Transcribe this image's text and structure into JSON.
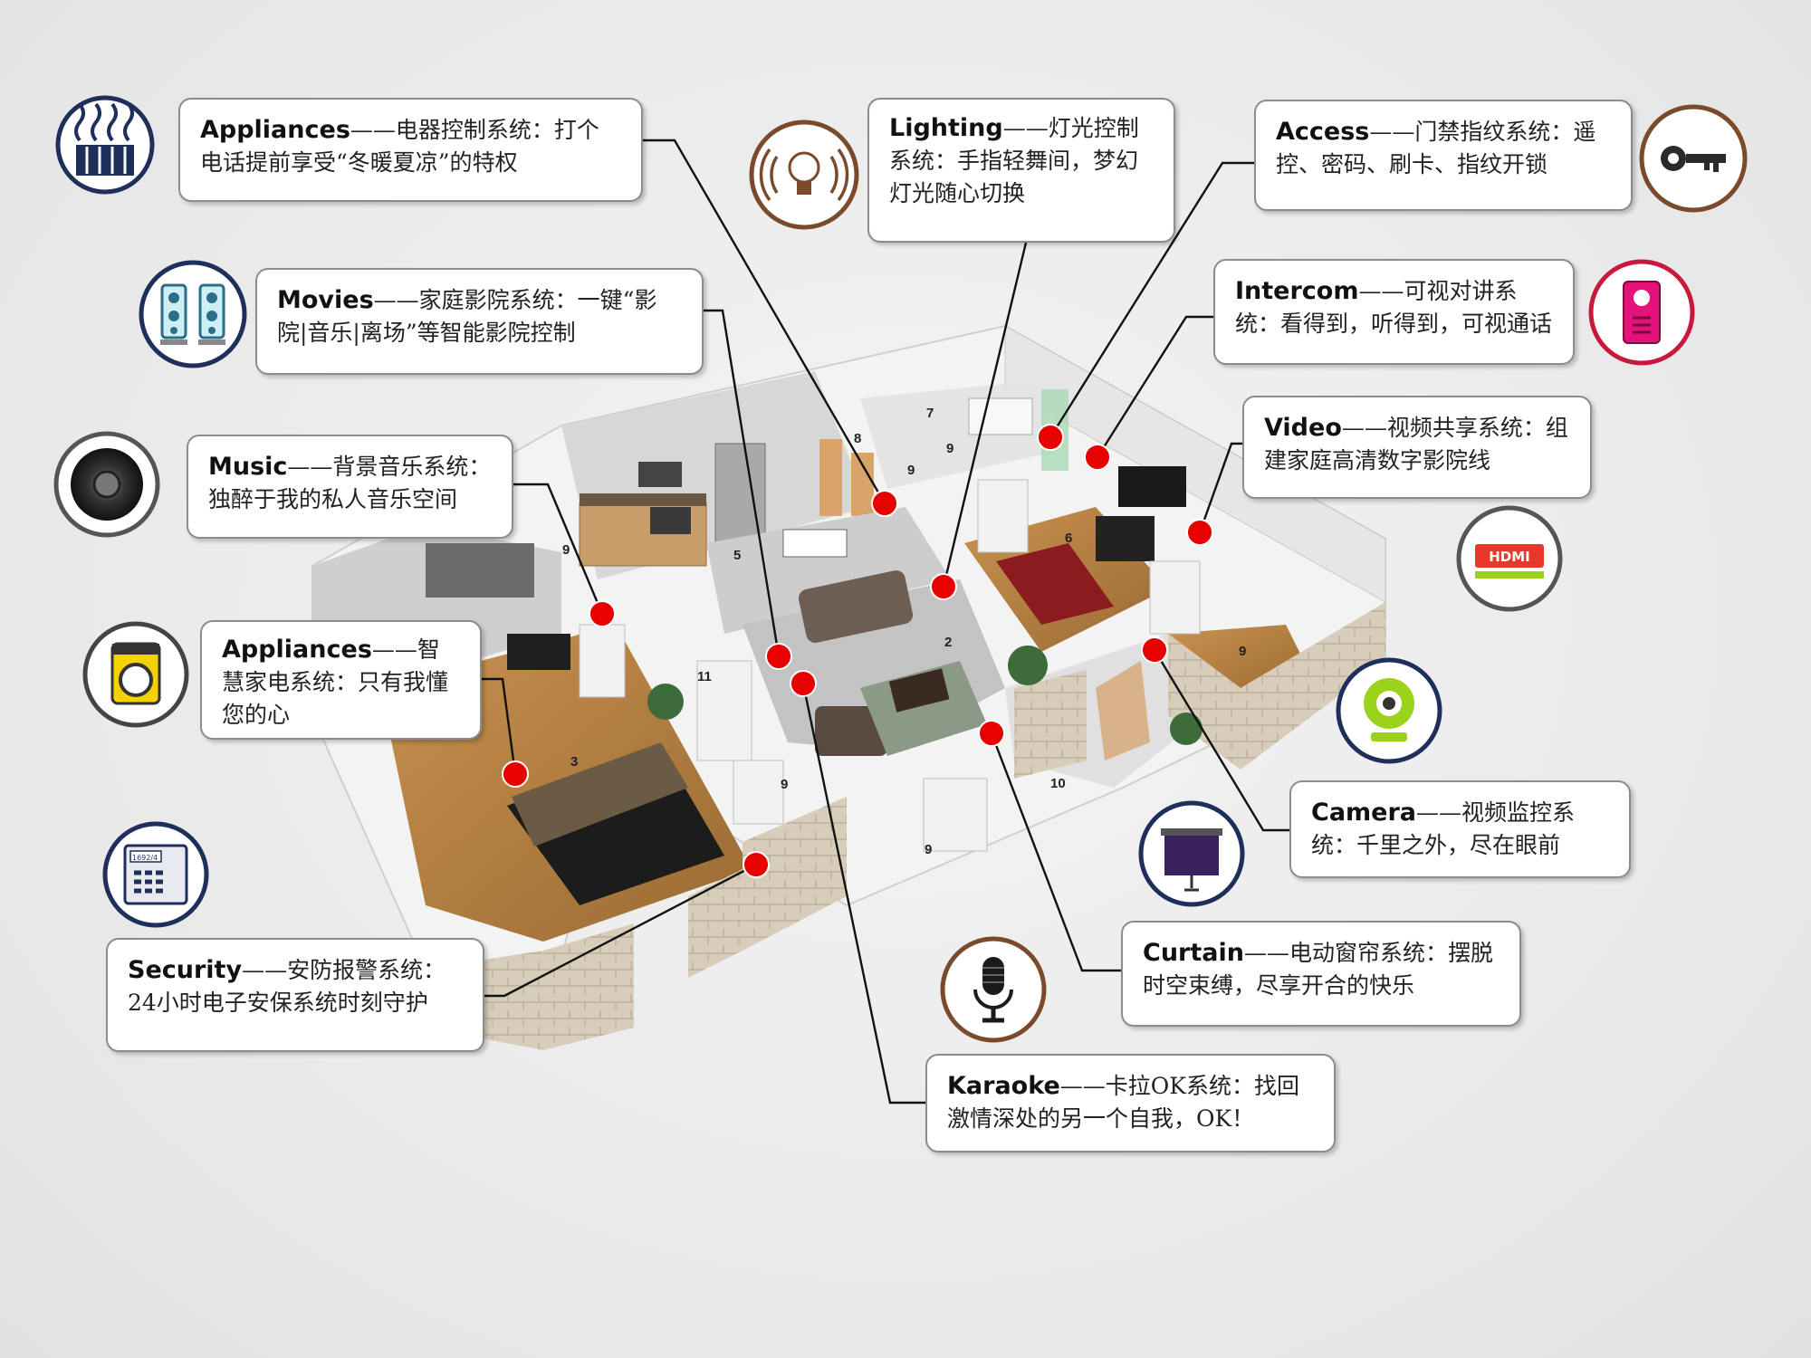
{
  "callouts": [
    {
      "id": "appliances-control",
      "title": "Appliances",
      "sep": "——",
      "name": "电器控制系统：",
      "desc": "打个电话提前享受“冬暖夏凉”的特权"
    },
    {
      "id": "movies",
      "title": "Movies",
      "sep": "——",
      "name": "家庭影院系统：",
      "desc": "一键“影院|音乐|离场”等智能影院控制"
    },
    {
      "id": "music",
      "title": "Music",
      "sep": "——",
      "name": "背景音乐系统：",
      "desc": "独醉于我的私人音乐空间"
    },
    {
      "id": "appliances-smart",
      "title": "Appliances",
      "sep": "——",
      "name": "智慧",
      "desc": "家电系统：只有我懂您的心"
    },
    {
      "id": "security",
      "title": "Security",
      "sep": "——",
      "name": "安防报警系统：",
      "desc": "24小时电子安保系统时刻守护"
    },
    {
      "id": "lighting",
      "title": "Lighting",
      "sep": "——",
      "name": "灯光控制",
      "desc": "系统：手指轻舞间，梦幻灯光随心切换"
    },
    {
      "id": "access",
      "title": "Access",
      "sep": "——",
      "name": "门禁指纹系统：",
      "desc": "遥控、密码、刷卡、指纹开锁"
    },
    {
      "id": "intercom",
      "title": "Intercom",
      "sep": "——",
      "name": "可视对讲系统：",
      "desc": "看得到，听得到，可视通话"
    },
    {
      "id": "video",
      "title": "Video",
      "sep": "——",
      "name": "视频共享系统：",
      "desc": "组建家庭高清数字影院线"
    },
    {
      "id": "camera",
      "title": "Camera",
      "sep": "——",
      "name": "视频监控系统：",
      "desc": "千里之外，尽在眼前"
    },
    {
      "id": "curtain",
      "title": "Curtain",
      "sep": "——",
      "name": "电动窗帘系统：",
      "desc": "摆脱时空束缚，尽享开合的快乐"
    },
    {
      "id": "karaoke",
      "title": "Karaoke",
      "sep": "——",
      "name": "卡拉OK系统：",
      "desc": "找回激情深处的另一个自我，OK！"
    }
  ],
  "icons": {
    "hdmi_label": "HDMI",
    "security_panel_label": "1692/4"
  },
  "room_numbers": [
    "7",
    "8",
    "9",
    "9",
    "9",
    "9",
    "5",
    "6",
    "2",
    "11",
    "3",
    "9",
    "10",
    "9",
    "9"
  ],
  "colors": {
    "hotspot": "#e60000",
    "icon_ring_navy": "#1f2f5c",
    "icon_ring_brown": "#7a4a2a",
    "icon_ring_magenta": "#c8183c",
    "icon_ring_gray": "#555555",
    "camera_green": "#9bd21c"
  }
}
